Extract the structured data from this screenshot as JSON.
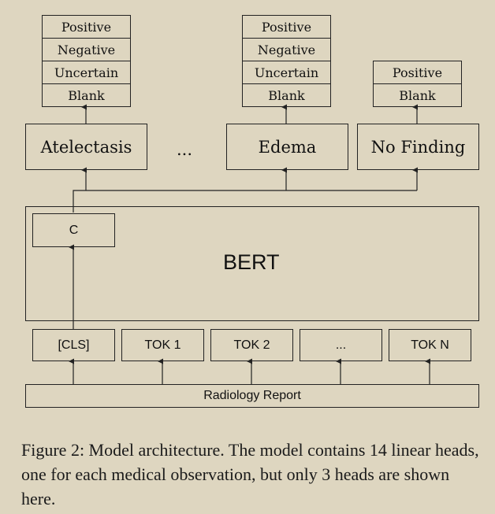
{
  "heads": [
    {
      "label": "Atelectasis",
      "classes": [
        "Positive",
        "Negative",
        "Uncertain",
        "Blank"
      ]
    },
    {
      "label": "Edema",
      "classes": [
        "Positive",
        "Negative",
        "Uncertain",
        "Blank"
      ]
    },
    {
      "label": "No Finding",
      "classes": [
        "Positive",
        "Blank"
      ]
    }
  ],
  "ellipsis": "...",
  "cls_output": "C",
  "encoder": "BERT",
  "tokens": [
    "[CLS]",
    "TOK 1",
    "TOK 2",
    "...",
    "TOK N"
  ],
  "input": "Radiology Report",
  "caption": "Figure 2: Model architecture. The model contains 14 linear heads, one for each medical observation, but only 3 heads are shown here."
}
